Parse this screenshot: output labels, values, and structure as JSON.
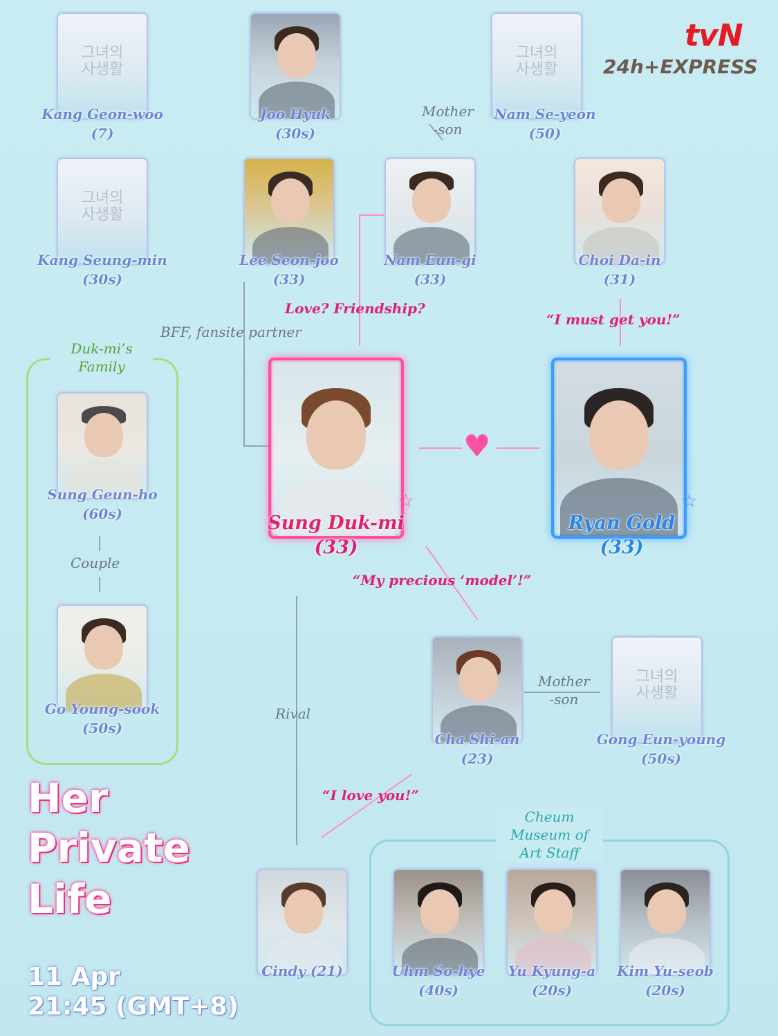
{
  "logo": {
    "network": "tvN",
    "express": "24h+EXPRESS"
  },
  "characters": {
    "kang_geon_woo": {
      "name": "Kang Geon-woo",
      "age": "(7)"
    },
    "joo_hyuk": {
      "name": "Joo Hyuk",
      "age": "(30s)"
    },
    "nam_se_yeon": {
      "name": "Nam Se-yeon",
      "age": "(50)"
    },
    "kang_seung_min": {
      "name": "Kang Seung-min",
      "age": "(30s)"
    },
    "lee_seon_joo": {
      "name": "Lee Seon-joo",
      "age": "(33)"
    },
    "nam_eun_gi": {
      "name": "Nam Eun-gi",
      "age": "(33)"
    },
    "choi_da_in": {
      "name": "Choi Da-in",
      "age": "(31)"
    },
    "sung_duk_mi": {
      "name": "Sung Duk-mi",
      "age": "(33)"
    },
    "ryan_gold": {
      "name": "Ryan Gold",
      "age": "(33)"
    },
    "sung_geun_ho": {
      "name": "Sung Geun-ho",
      "age": "(60s)"
    },
    "go_young_sook": {
      "name": "Go Young-sook",
      "age": "(50s)"
    },
    "cha_shi_an": {
      "name": "Cha Shi-an",
      "age": "(23)"
    },
    "gong_eun_young": {
      "name": "Gong Eun-young",
      "age": "(50s)"
    },
    "cindy": {
      "name": "Cindy (21)"
    },
    "uhm_so_hye": {
      "name": "Uhm So-hye",
      "age": "(40s)"
    },
    "yu_kyung_a": {
      "name": "Yu Kyung-a",
      "age": "(20s)"
    },
    "kim_yu_seob": {
      "name": "Kim Yu-seob",
      "age": "(20s)"
    }
  },
  "relations": {
    "mother_son_1": "Mother\n-son",
    "love_friendship": "Love? Friendship?",
    "must_get_you": "“I must get you!”",
    "bff": "BFF, fansite partner",
    "couple": "Couple",
    "precious_model": "“My precious ‘model’!”",
    "mother_son_2": "Mother\n-son",
    "rival": "Rival",
    "love_you": "“I love you!”"
  },
  "groups": {
    "family": "Duk-mi’s\nFamily",
    "museum": "Cheum\nMuseum of\nArt Staff"
  },
  "placeholder_text": [
    "그녀의",
    "사생활"
  ],
  "show": {
    "title_line1": "Her",
    "title_line2": "Private",
    "title_line3": "Life",
    "date": "11 Apr",
    "time": "21:45 (GMT+8)"
  },
  "colors": {
    "pink": "#e0226e",
    "blue": "#2a86e6",
    "name": "#6a86d6"
  }
}
